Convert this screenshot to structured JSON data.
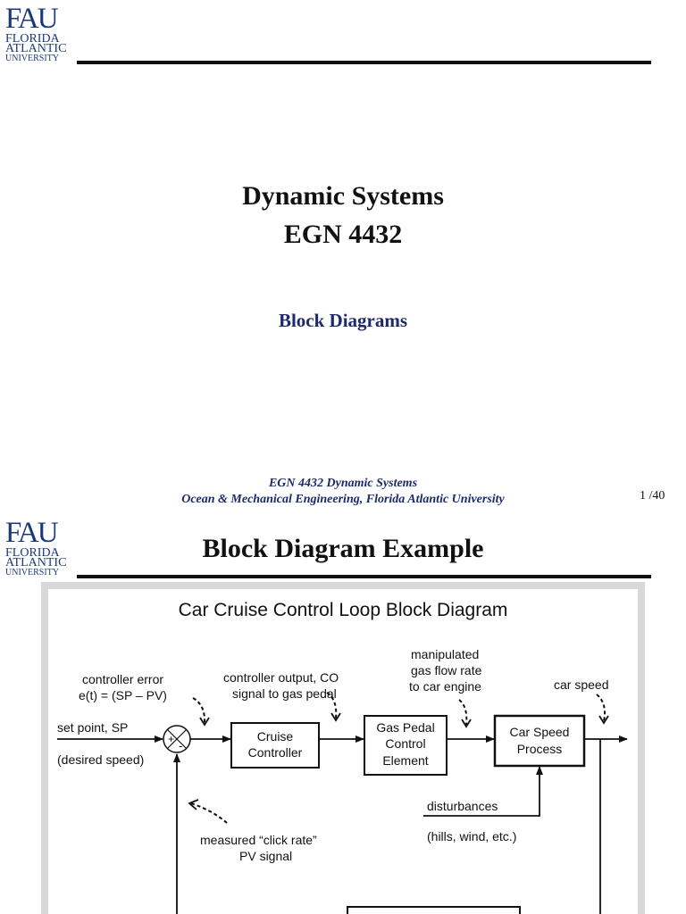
{
  "logo": {
    "mark": "FAU",
    "line1": "FLORIDA",
    "line2": "ATLANTIC",
    "line3": "UNIVERSITY"
  },
  "slide1": {
    "title_line1": "Dynamic Systems",
    "title_line2": "EGN 4432",
    "subtitle": "Block Diagrams",
    "footer_line1": "EGN 4432 Dynamic Systems",
    "footer_line2": "Ocean & Mechanical Engineering, Florida Atlantic University",
    "page_number": "1",
    "page_total": "/40"
  },
  "slide2": {
    "title": "Block Diagram Example",
    "diagram": {
      "title": "Car Cruise Control Loop Block Diagram",
      "blocks": {
        "cruise_controller": [
          "Cruise",
          "Controller"
        ],
        "gas_pedal": [
          "Gas Pedal",
          "Control",
          "Element"
        ],
        "car_speed": [
          "Car Speed",
          "Process"
        ]
      },
      "labels": {
        "controller_error": [
          "controller error",
          "e(t) = (SP – PV)"
        ],
        "controller_output": [
          "controller output, CO",
          "signal to gas pedal"
        ],
        "manipulated": [
          "manipulated",
          "gas flow rate",
          "to car engine"
        ],
        "car_speed": "car speed",
        "set_point": "set point, SP",
        "desired_speed": "(desired speed)",
        "disturbances": "disturbances",
        "disturbance_examples": "(hills, wind, etc.)",
        "measured": [
          "measured “click rate”",
          "PV signal"
        ]
      },
      "summing_junction_signs": {
        "plus": "+",
        "minus": "-"
      }
    }
  },
  "colors": {
    "fau_blue": "#1a3a7a",
    "fau_red": "#c8102e",
    "heading_navy": "#1c2a6b"
  }
}
